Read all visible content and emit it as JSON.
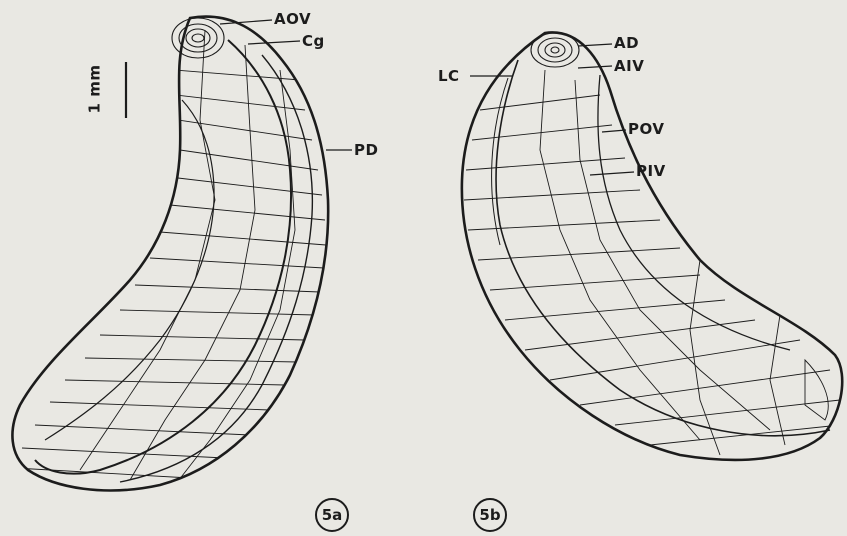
{
  "scale_bar": {
    "label": "1 mm"
  },
  "specimen_a": {
    "tag": "5a",
    "labels": {
      "aov": "AOV",
      "cg": "Cg",
      "pd": "PD"
    }
  },
  "specimen_b": {
    "tag": "5b",
    "labels": {
      "ad": "AD",
      "aiv": "AIV",
      "lc": "LC",
      "pov": "POV",
      "piv": "PIV"
    }
  },
  "colors": {
    "ink": "#1c1c1c",
    "paper": "#e9e8e3"
  }
}
